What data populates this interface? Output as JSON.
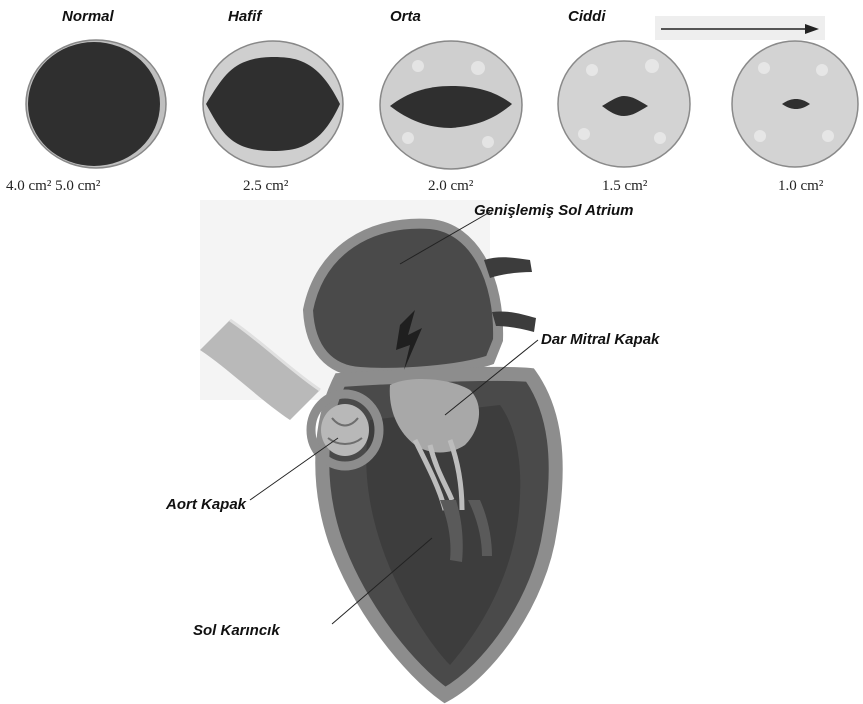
{
  "severity_labels": {
    "normal": "Normal",
    "mild": "Hafif",
    "moderate": "Orta",
    "severe": "Ciddi"
  },
  "area_labels": {
    "normal_range": "4.0 cm² 5.0 cm²",
    "a1": "2.5 cm²",
    "a2": "2.0 cm²",
    "a3": "1.5 cm²",
    "a4": "1.0 cm²"
  },
  "annotations": {
    "left_atrium": "Genişlemiş Sol Atrium",
    "mitral_valve": "Dar Mitral Kapak",
    "aortic_valve": "Aort Kapak",
    "left_ventricle": "Sol Karıncık"
  },
  "colors": {
    "opening": "#2f2f2f",
    "leaflet": "#cfcfcf",
    "ring": "#9a9a9a",
    "tissue": "#8d8d8d",
    "chamber": "#4a4a4a"
  }
}
